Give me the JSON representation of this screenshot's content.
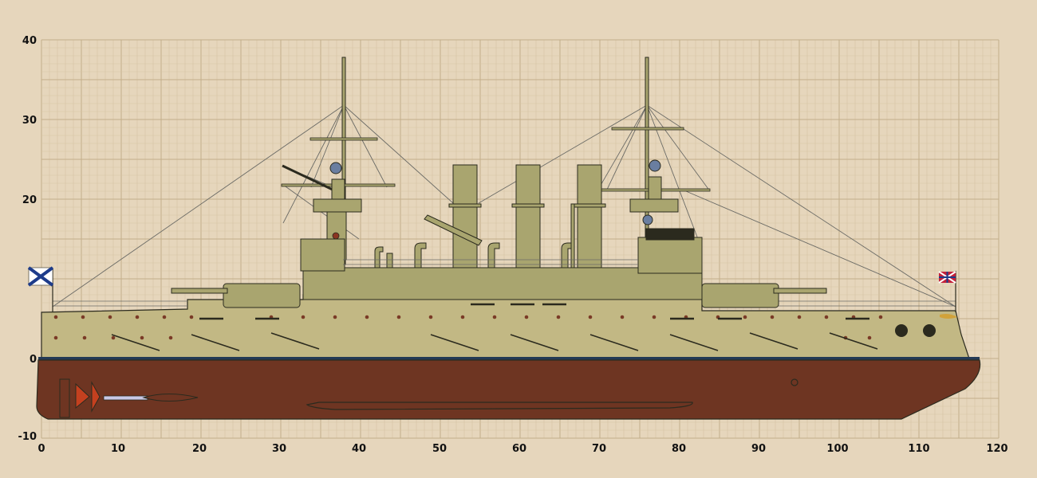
{
  "axes": {
    "x_ticks": [
      "0",
      "10",
      "20",
      "30",
      "40",
      "50",
      "60",
      "70",
      "80",
      "90",
      "100",
      "110",
      "120"
    ],
    "y_ticks": [
      "40",
      "30",
      "20",
      "0",
      "-10"
    ],
    "x_range": [
      0,
      120
    ],
    "y_range": [
      -10,
      40
    ],
    "grid": true,
    "minor_grid_step": 2
  },
  "ship": {
    "funnels": 3,
    "masts": 2,
    "hull_color": "#c2b884",
    "superstructure_color": "#a9a56f",
    "underwater_hull_color": "#6e3522",
    "waterline_color": "#233a55",
    "propeller_color": "#c4401f"
  },
  "flags": {
    "stern": "st-andrew-ensign-icon",
    "bow": "russian-jack-icon"
  },
  "colors": {
    "background": "#e6d6bc",
    "grid_minor": "#d6c4a4",
    "grid_major": "#c3ae8a",
    "outline": "#2b2a1e",
    "rigging": "#6b6b66"
  }
}
